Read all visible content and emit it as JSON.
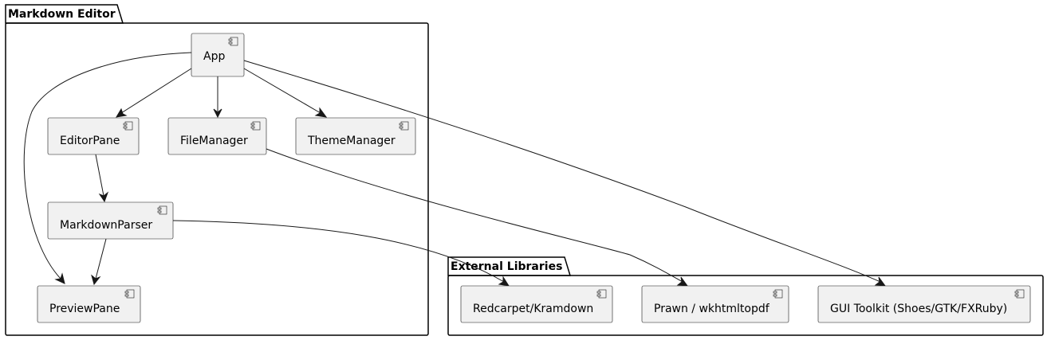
{
  "packages": {
    "markdown_editor": "Markdown Editor",
    "external_libraries": "External Libraries"
  },
  "components": {
    "app": "App",
    "editor_pane": "EditorPane",
    "file_manager": "FileManager",
    "theme_manager": "ThemeManager",
    "markdown_parser": "MarkdownParser",
    "preview_pane": "PreviewPane",
    "redcarpet": "Redcarpet/Kramdown",
    "prawn": "Prawn / wkhtmltopdf",
    "gui_toolkit": "GUI Toolkit (Shoes/GTK/FXRuby)"
  },
  "relationships": [
    {
      "from": "App",
      "to": "EditorPane"
    },
    {
      "from": "App",
      "to": "FileManager"
    },
    {
      "from": "App",
      "to": "ThemeManager"
    },
    {
      "from": "App",
      "to": "PreviewPane"
    },
    {
      "from": "App",
      "to": "GUI Toolkit (Shoes/GTK/FXRuby)"
    },
    {
      "from": "EditorPane",
      "to": "MarkdownParser"
    },
    {
      "from": "MarkdownParser",
      "to": "PreviewPane"
    },
    {
      "from": "MarkdownParser",
      "to": "Redcarpet/Kramdown"
    },
    {
      "from": "FileManager",
      "to": "Prawn / wkhtmltopdf"
    }
  ],
  "colors": {
    "component_fill": "#f1f1f1",
    "stroke": "#181818"
  }
}
